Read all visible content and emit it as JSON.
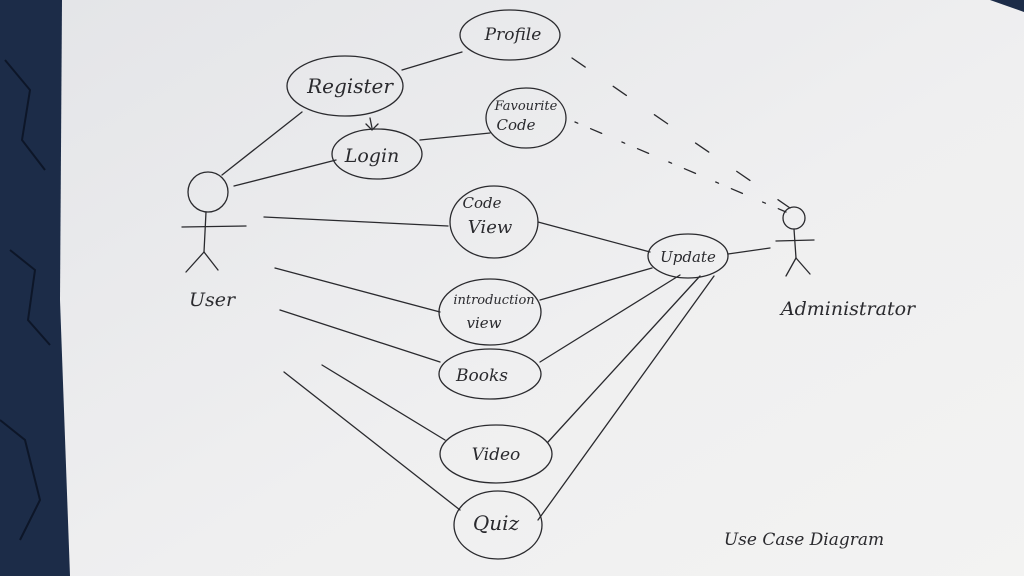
{
  "diagram": {
    "caption": "Use Case Diagram",
    "actors": {
      "user": "User",
      "administrator": "Administrator"
    },
    "use_cases": {
      "profile": "Profile",
      "register": "Register",
      "favourite_code": [
        "Favourite",
        "Code"
      ],
      "login": "Login",
      "code_view": [
        "Code",
        "View"
      ],
      "update": "Update",
      "introduction_view": [
        "introduction",
        "view"
      ],
      "books": "Books",
      "video": "Video",
      "quiz": "Quiz"
    }
  },
  "colors": {
    "paper": "#ededee",
    "ink": "#2a2a2e",
    "background": "#1c2c48"
  }
}
